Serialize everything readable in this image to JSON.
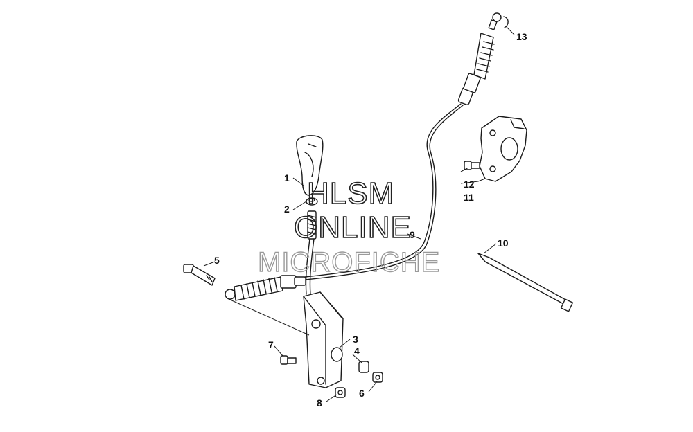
{
  "watermark": {
    "line1": "HLSM",
    "line2": "ONLINE",
    "line3": "MICROFICHE"
  },
  "callouts": [
    "1",
    "2",
    "3",
    "4",
    "5",
    "6",
    "7",
    "8",
    "9",
    "10",
    "11",
    "12",
    "13"
  ]
}
